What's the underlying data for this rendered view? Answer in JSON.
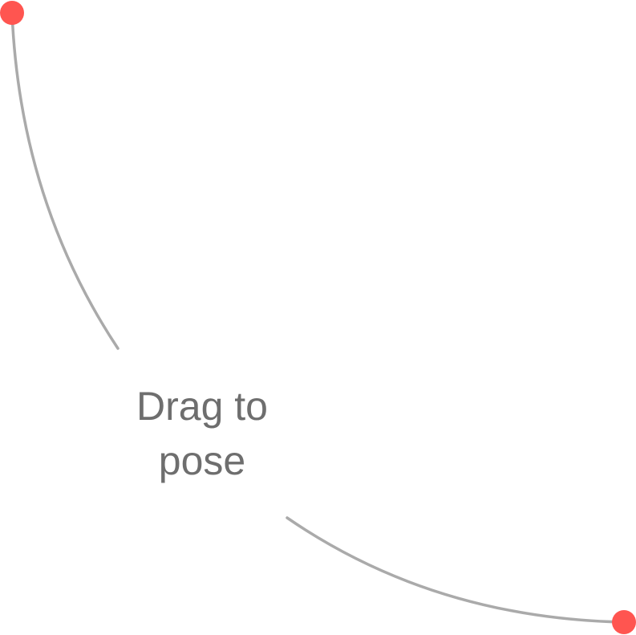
{
  "hint": {
    "text_line1": "Drag to",
    "text_line2": "pose"
  },
  "colors": {
    "handle": "#ff5550",
    "arc": "#aaaaaa",
    "hint_text": "#6e6e6e",
    "background": "#ffffff"
  },
  "handles": [
    {
      "name": "start-handle",
      "icon": "circle"
    },
    {
      "name": "end-handle",
      "icon": "circle"
    }
  ]
}
